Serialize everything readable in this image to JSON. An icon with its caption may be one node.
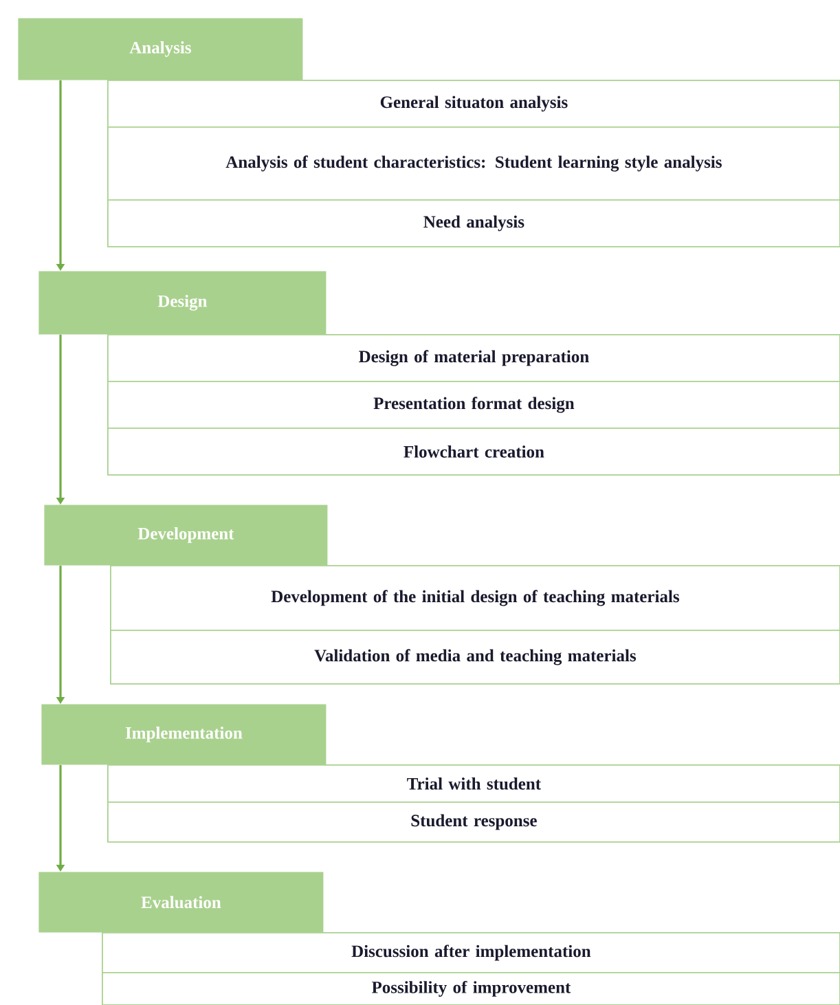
{
  "diagram": {
    "nodes": [
      {
        "text": [
          "Analysis"
        ]
      },
      {
        "text": [
          "General situaton analysis"
        ]
      },
      {
        "text": [
          "Analysis of student characteristics:  Student learning style analysis"
        ]
      },
      {
        "text": [
          "Need analysis"
        ]
      },
      {
        "text": [
          "Design"
        ]
      },
      {
        "text": [
          "Design of material preparation"
        ]
      },
      {
        "text": [
          "Presentation format design"
        ]
      },
      {
        "text": [
          "Flowchart creation"
        ]
      },
      {
        "text": [
          "Development"
        ]
      },
      {
        "text": [
          "Development of the initial design of teaching materials"
        ]
      },
      {
        "text": [
          "Validation of media and teaching materials"
        ]
      },
      {
        "text": [
          "Implementation"
        ]
      },
      {
        "text": [
          "Trial with student"
        ]
      },
      {
        "text": [
          "Student response"
        ]
      },
      {
        "text": [
          "Evaluation"
        ]
      },
      {
        "text": [
          "Discussion after implementation"
        ]
      },
      {
        "text": [
          "Possibility of improvement"
        ]
      }
    ],
    "edges": [
      {
        "from": 0,
        "to": 4,
        "arrow": "to"
      },
      {
        "from": 4,
        "to": 8,
        "arrow": "to"
      },
      {
        "from": 8,
        "to": 11,
        "arrow": "to"
      },
      {
        "from": 11,
        "to": 14,
        "arrow": "to"
      }
    ]
  }
}
